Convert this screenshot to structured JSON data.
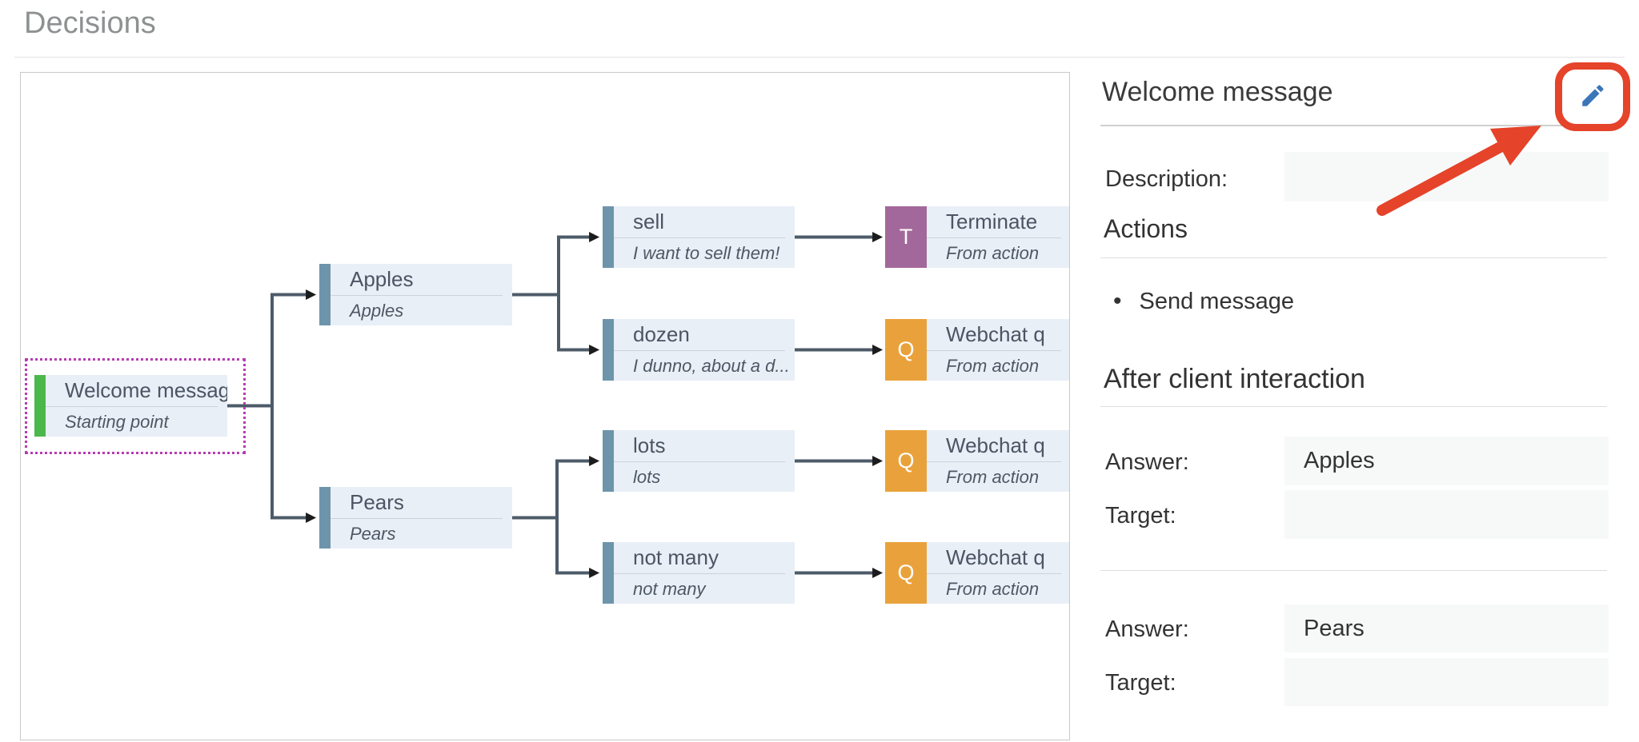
{
  "page": {
    "title": "Decisions"
  },
  "colors": {
    "node_background": "#e9eff7",
    "node_bar_blue": "#6d94ab",
    "start_bar_green": "#4cb84c",
    "terminate_purple": "#a3689b",
    "question_orange": "#e9a23b",
    "connector_slate": "#4d5b69",
    "selection_magenta": "#b83bb1",
    "annotation_red": "#e5432a",
    "pencil_blue": "#3c76b8"
  },
  "diagram": {
    "nodes": [
      {
        "id": "welcome",
        "type": "start",
        "title": "Welcome message",
        "subtitle": "Starting point"
      },
      {
        "id": "apples",
        "type": "answer",
        "title": "Apples",
        "subtitle": "Apples"
      },
      {
        "id": "pears",
        "type": "answer",
        "title": "Pears",
        "subtitle": "Pears"
      },
      {
        "id": "sell",
        "type": "answer",
        "title": "sell",
        "subtitle": "I want to sell them!"
      },
      {
        "id": "dozen",
        "type": "answer",
        "title": "dozen",
        "subtitle": "I dunno, about a d..."
      },
      {
        "id": "lots",
        "type": "answer",
        "title": "lots",
        "subtitle": "lots"
      },
      {
        "id": "notmany",
        "type": "answer",
        "title": "not many",
        "subtitle": "not many"
      },
      {
        "id": "terminate",
        "type": "terminate",
        "title": "Terminate",
        "subtitle": "From action",
        "letter": "T"
      },
      {
        "id": "webchat1",
        "type": "question",
        "title": "Webchat q",
        "subtitle": "From action",
        "letter": "Q"
      },
      {
        "id": "webchat2",
        "type": "question",
        "title": "Webchat q",
        "subtitle": "From action",
        "letter": "Q"
      },
      {
        "id": "webchat3",
        "type": "question",
        "title": "Webchat q",
        "subtitle": "From action",
        "letter": "Q"
      }
    ],
    "edges": [
      {
        "from": "welcome",
        "to": "apples"
      },
      {
        "from": "welcome",
        "to": "pears"
      },
      {
        "from": "apples",
        "to": "sell"
      },
      {
        "from": "apples",
        "to": "dozen"
      },
      {
        "from": "pears",
        "to": "lots"
      },
      {
        "from": "pears",
        "to": "notmany"
      },
      {
        "from": "sell",
        "to": "terminate"
      },
      {
        "from": "dozen",
        "to": "webchat1"
      },
      {
        "from": "lots",
        "to": "webchat2"
      },
      {
        "from": "notmany",
        "to": "webchat3"
      }
    ],
    "selected_node": "welcome"
  },
  "panel": {
    "title": "Welcome message",
    "edit_icon": "pencil-icon",
    "description_label": "Description:",
    "description_value": "",
    "actions_heading": "Actions",
    "actions": [
      "Send message"
    ],
    "after_heading": "After client interaction",
    "interactions": [
      {
        "answer_label": "Answer:",
        "answer_value": "Apples",
        "target_label": "Target:",
        "target_value": ""
      },
      {
        "answer_label": "Answer:",
        "answer_value": "Pears",
        "target_label": "Target:",
        "target_value": ""
      }
    ]
  }
}
